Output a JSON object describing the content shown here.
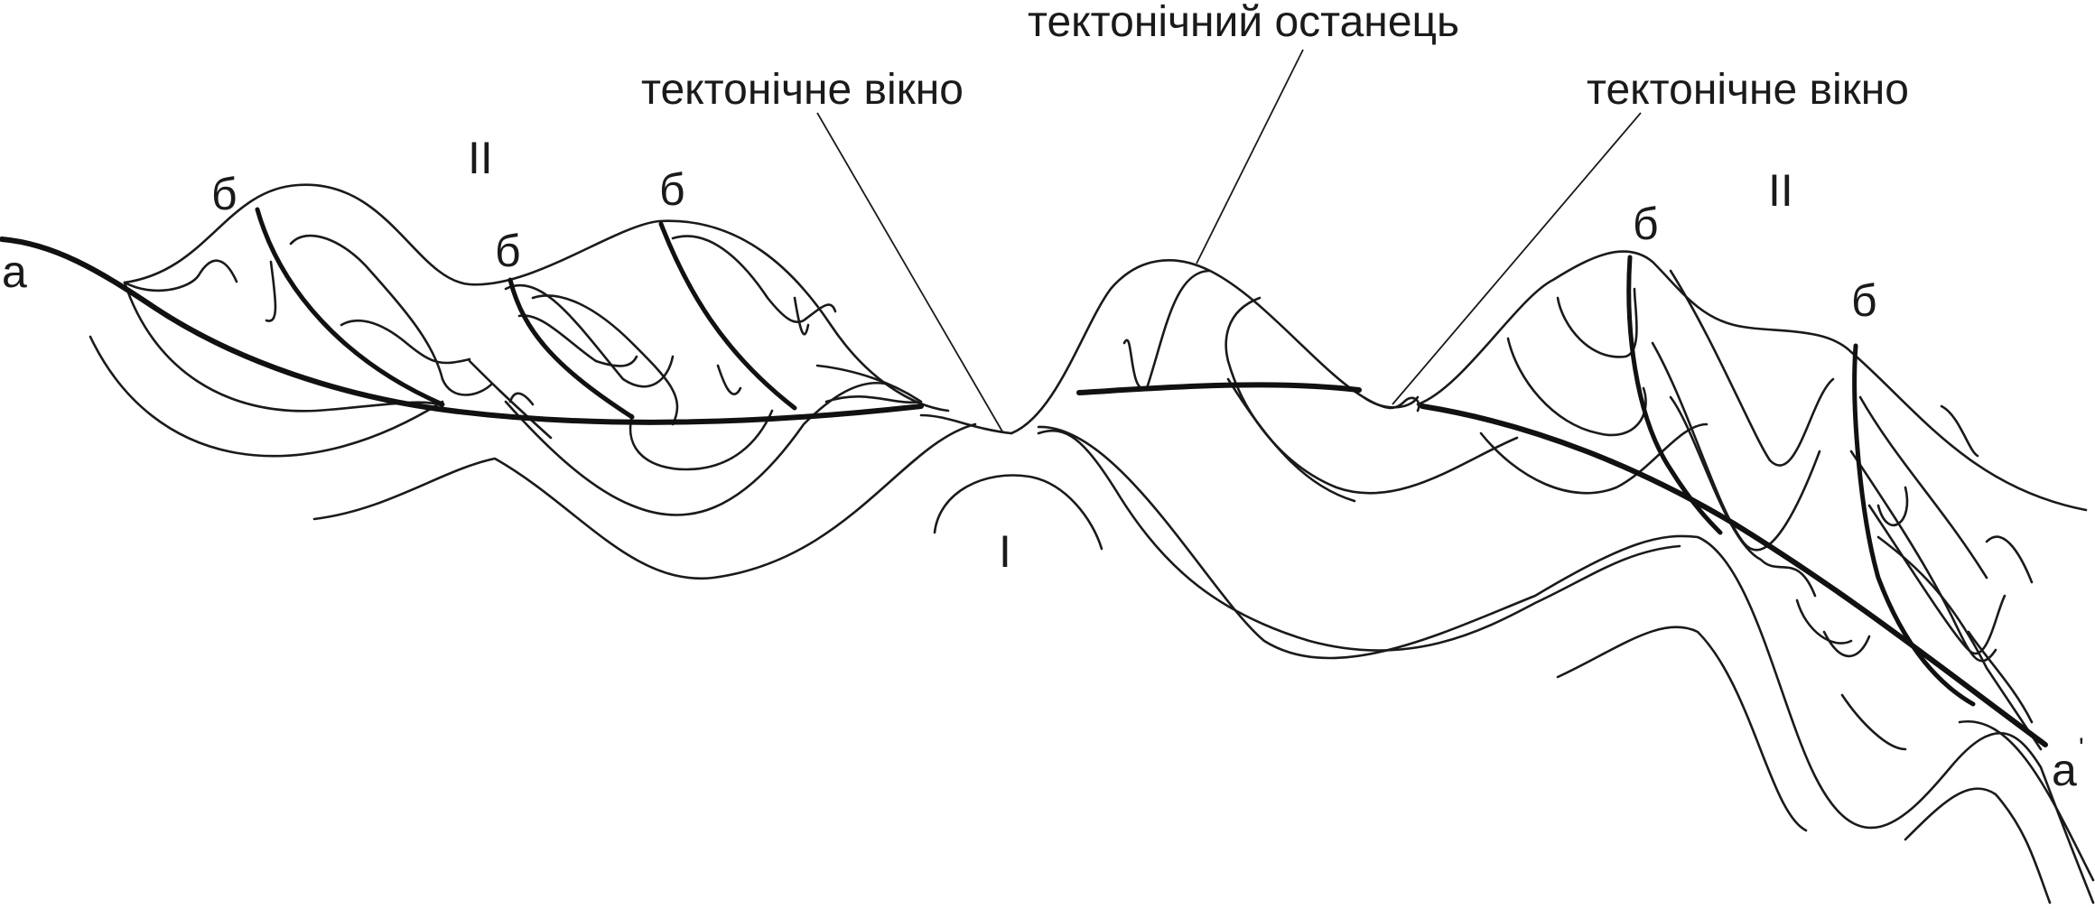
{
  "labels": {
    "tectonic_window_left": "тектонічне вікно",
    "tectonic_outlier": "тектонічний останець",
    "tectonic_window_right": "тектонічне вікно",
    "nappe_left": "II",
    "nappe_right": "II",
    "autochthon": "I",
    "point_a": "а",
    "point_a_prime": "а",
    "prime_mark": "'",
    "fault_b": "б"
  },
  "colors": {
    "ink": "#1a1a1a",
    "background": "#ffffff"
  }
}
